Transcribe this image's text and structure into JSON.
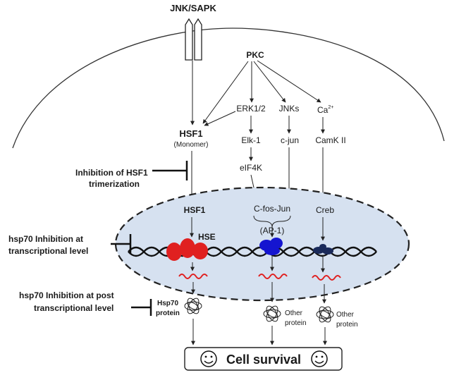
{
  "receptor": {
    "label": "JNK/SAPK"
  },
  "pkc": {
    "label": "PKC"
  },
  "kinases": {
    "erk": "ERK1/2",
    "jnks": "JNKs",
    "ca": "Ca",
    "ca_superscript": "2+",
    "elk": "Elk-1",
    "cjun": "c-jun",
    "camk": "CamK II",
    "eif4k": "eIF4K"
  },
  "hsf1_monomer": {
    "label": "HSF1",
    "sublabel": "(Monomer)"
  },
  "trimerization_inhibition": {
    "line1": "Inhibition of HSF1",
    "line2": "trimerization"
  },
  "nucleus": {
    "hsf1": "HSF1",
    "hse": "HSE",
    "cfos_jun": "C-fos-Jun",
    "ap1": "(AP-1)",
    "creb": "Creb"
  },
  "transcriptional_inhibition": {
    "line1": "hsp70 Inhibition at",
    "line2": "transcriptional level"
  },
  "post_transcriptional_inhibition": {
    "line1": "hsp70 Inhibition at post",
    "line2": "transcriptional level"
  },
  "proteins": {
    "hsp70_line1": "Hsp70",
    "hsp70_line2": "protein",
    "other1_line1": "Other",
    "other1_line2": "protein",
    "other2_line1": "Other",
    "other2_line2": "protein"
  },
  "outcome": {
    "label": "Cell survival"
  },
  "colors": {
    "nucleus_fill": "#d6e1f0",
    "hsf1_protein": "#e02020",
    "ap1_protein": "#1515d0",
    "creb_protein": "#1a2a5a",
    "mrna": "#e02020"
  }
}
